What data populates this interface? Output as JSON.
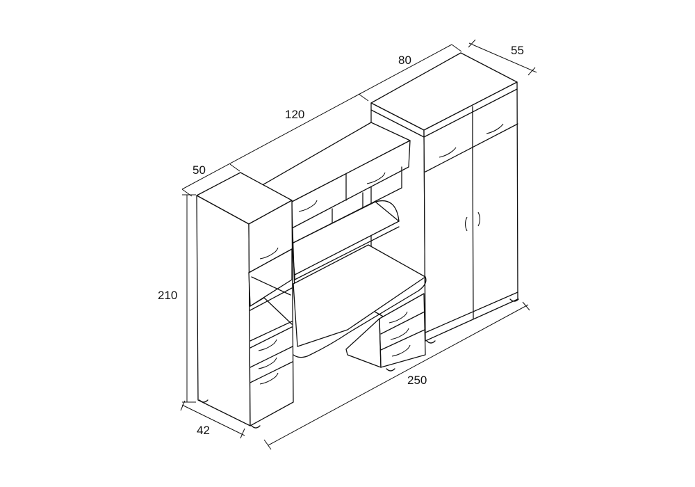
{
  "dimensions": {
    "left_depth": "50",
    "middle_width": "120",
    "right_width": "80",
    "right_depth": "55",
    "height": "210",
    "bottom_depth": "42",
    "total_width": "250"
  },
  "colors": {
    "line": "#111111",
    "background": "#ffffff"
  }
}
